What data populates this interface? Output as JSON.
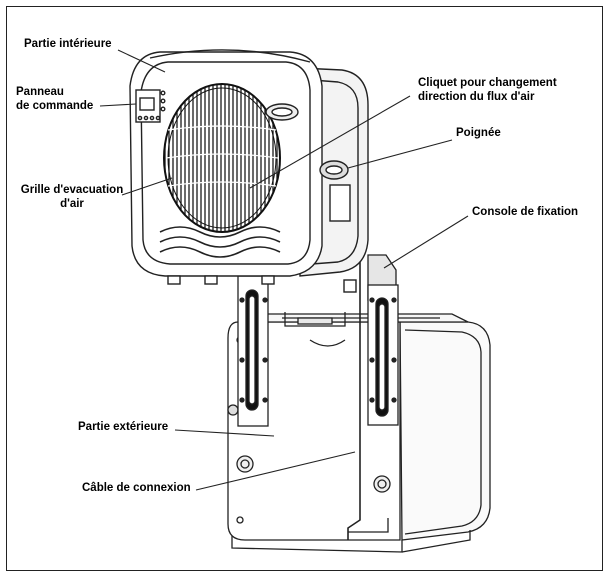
{
  "labels": {
    "interior": "Partie intérieure",
    "panel_1": "Panneau",
    "panel_2": "de commande",
    "grille_1": "Grille d'evacuation",
    "grille_2": "d'air",
    "ratchet_1": "Cliquet pour changement",
    "ratchet_2": "direction du flux d'air",
    "handle": "Poignée",
    "bracket": "Console de fixation",
    "exterior": "Partie extérieure",
    "cable": "Câble de connexion"
  }
}
